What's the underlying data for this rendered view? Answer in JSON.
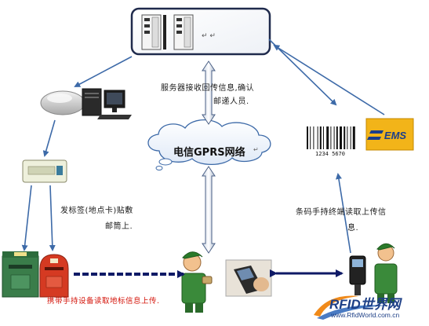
{
  "server_box": {
    "return_mark": "↵ ↵"
  },
  "cloud": {
    "label": "电信GPRS网络",
    "suffix": "↵"
  },
  "labels": {
    "server_receive": [
      "服务器接收回传信息,确认",
      "邮递人员."
    ],
    "stick_tag": [
      "发标签(地点卡)贴敷",
      "邮筒上."
    ],
    "barcode_upload": [
      "条码手持终端读取上传信",
      "息."
    ],
    "handheld_upload": "携带手持设备读取地标信息上传."
  },
  "barcode": {
    "digits": "1234 5670"
  },
  "ems_logo": {
    "text": "EMS"
  },
  "watermark": {
    "brand": "RFID世界网",
    "url": "www.RfidWorld.com.cn"
  },
  "colors": {
    "server_border": "#1f2a4c",
    "arrow_blue": "#3d6aa8",
    "arrow_navy": "#0f1a66",
    "mailbox_green": "#3a7d4a",
    "mailbox_red": "#d53a22",
    "ems_yellow": "#f2b419",
    "label_red": "#d4140a"
  }
}
